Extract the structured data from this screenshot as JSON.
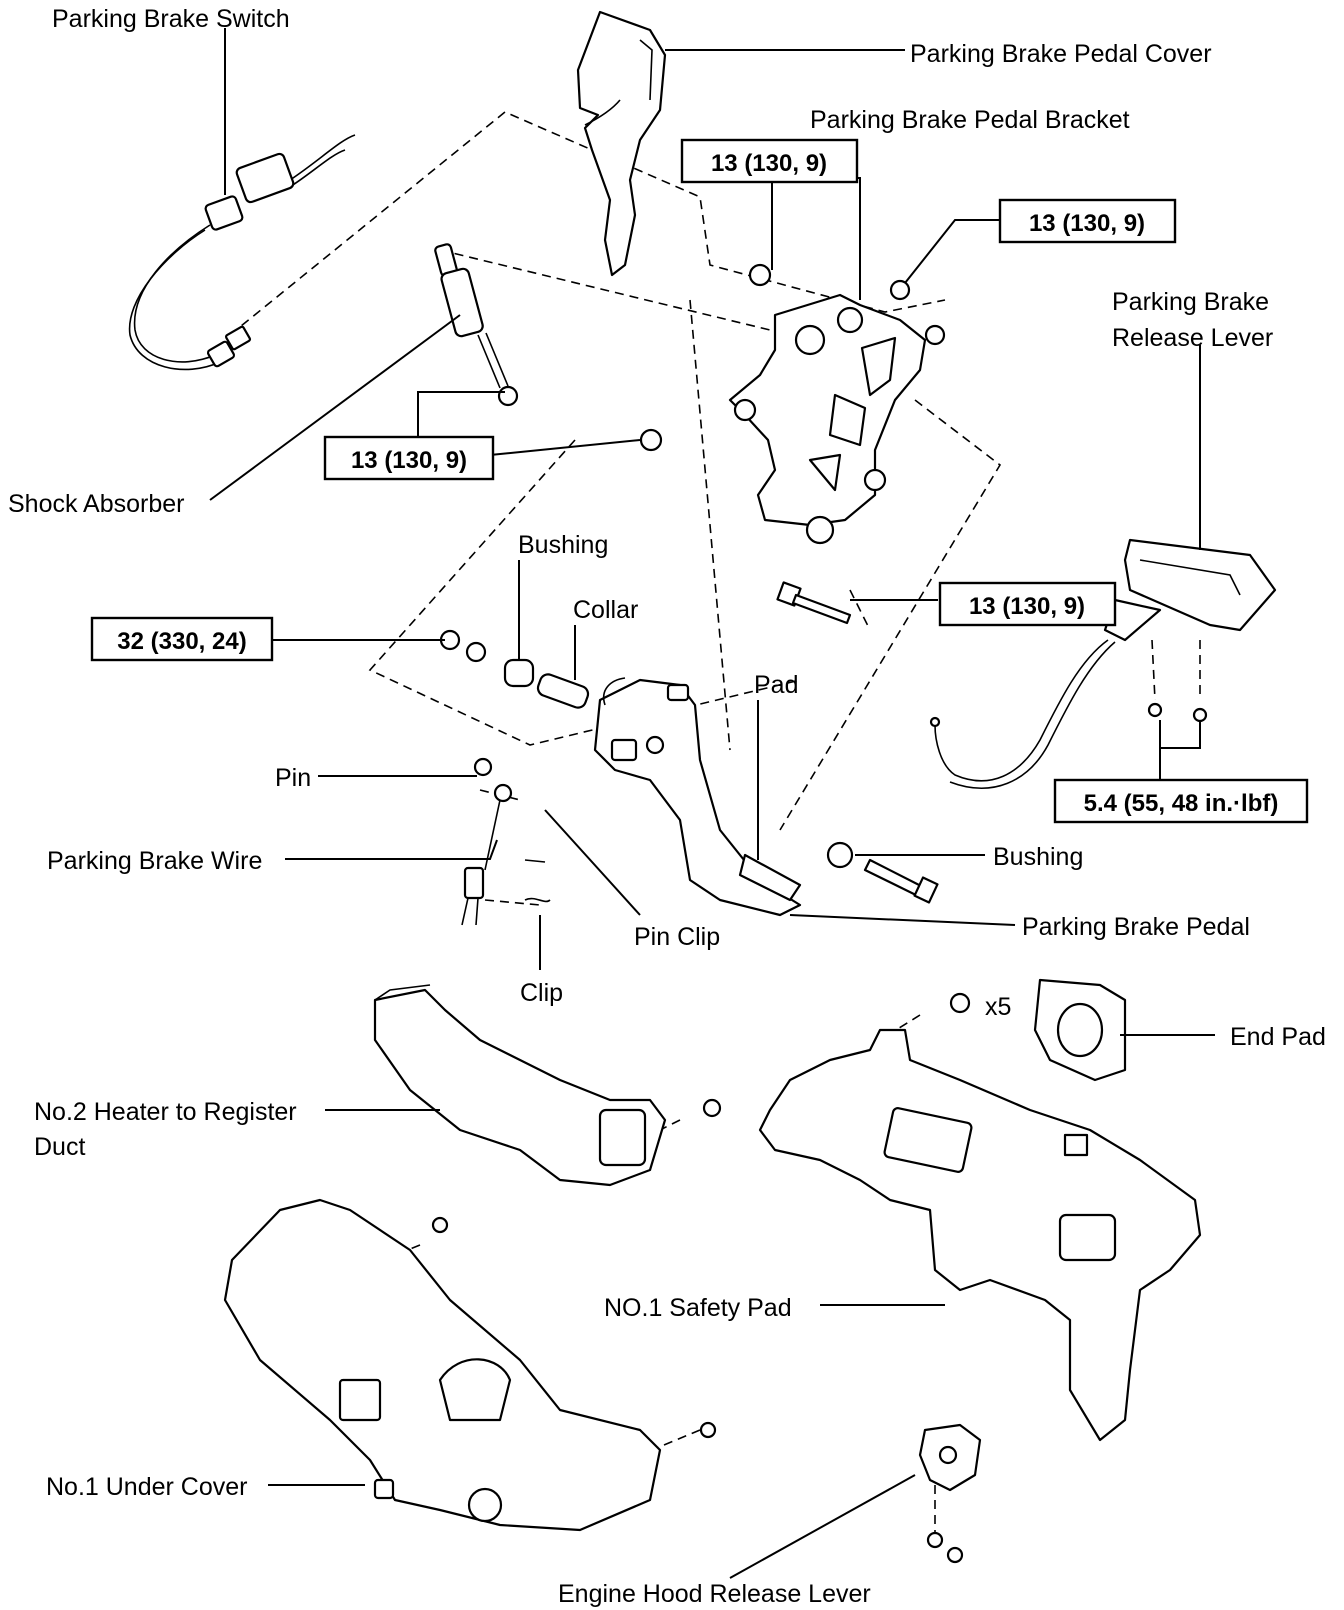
{
  "labels": {
    "parking_brake_switch": "Parking Brake Switch",
    "parking_brake_pedal_cover": "Parking Brake Pedal Cover",
    "parking_brake_pedal_bracket": "Parking Brake Pedal Bracket",
    "parking_brake_release_lever_line1": "Parking Brake",
    "parking_brake_release_lever_line2": "Release Lever",
    "shock_absorber": "Shock Absorber",
    "bushing_upper": "Bushing",
    "collar": "Collar",
    "pad": "Pad",
    "pin": "Pin",
    "parking_brake_wire": "Parking Brake Wire",
    "pin_clip": "Pin Clip",
    "clip": "Clip",
    "bushing_lower": "Bushing",
    "parking_brake_pedal": "Parking Brake Pedal",
    "x5": "x5",
    "end_pad": "End Pad",
    "heater_duct_line1": "No.2 Heater to Register",
    "heater_duct_line2": "Duct",
    "safety_pad": "NO.1 Safety Pad",
    "under_cover": "No.1 Under Cover",
    "engine_hood_release_lever": "Engine Hood Release Lever"
  },
  "torque_specs": {
    "bracket_left": "13 (130, 9)",
    "bracket_right": "13 (130, 9)",
    "shock_absorber": "13 (130, 9)",
    "bracket_bolt": "13 (130, 9)",
    "pedal_nut": "32 (330, 24)",
    "release_lever": "5.4 (55, 48 in.·lbf)"
  }
}
